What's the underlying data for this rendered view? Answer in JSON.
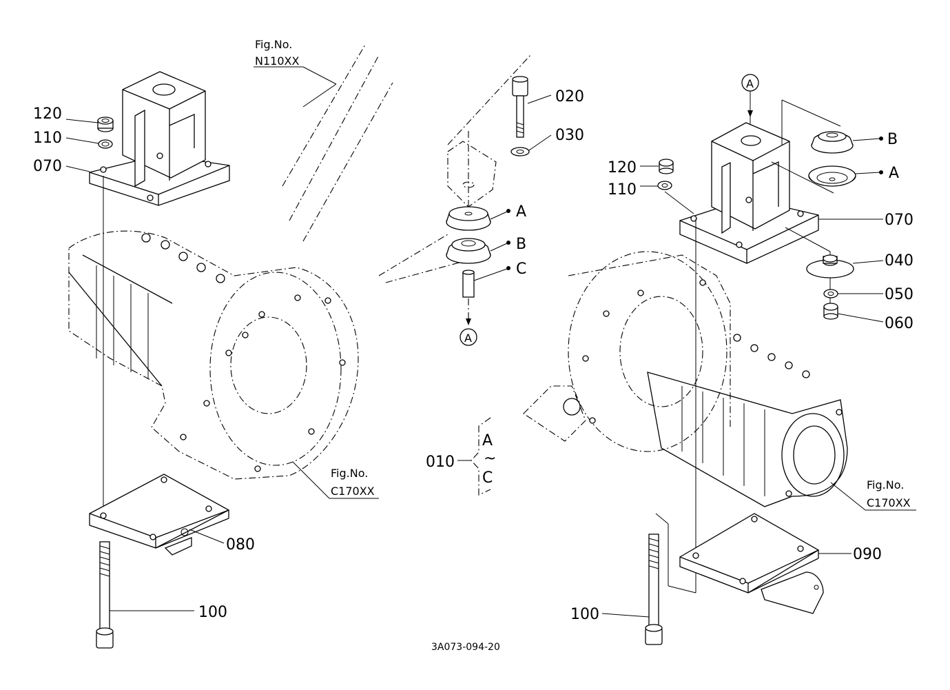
{
  "labels": {
    "p120_left": "120",
    "p110_left": "110",
    "p070_left": "070",
    "p080": "080",
    "p100_left": "100",
    "p020": "020",
    "p030": "030",
    "p010": "010",
    "p120_right": "120",
    "p110_right": "110",
    "p070_right": "070",
    "p040": "040",
    "p050": "050",
    "p060": "060",
    "p090": "090",
    "p100_right": "100"
  },
  "callouts": {
    "a_top": "A",
    "a_bottom": "A",
    "mid_a": "A",
    "mid_b": "B",
    "mid_c": "C",
    "right_b": "B",
    "right_a": "A",
    "range_from": "A",
    "range_tilde": "~",
    "range_to": "C"
  },
  "figure_refs": {
    "top_line1": "Fig.No.",
    "top_line2": "N110XX",
    "left_line1": "Fig.No.",
    "left_line2": "C170XX",
    "right_line1": "Fig.No.",
    "right_line2": "C170XX"
  },
  "drawing_code": "3A073-094-20"
}
